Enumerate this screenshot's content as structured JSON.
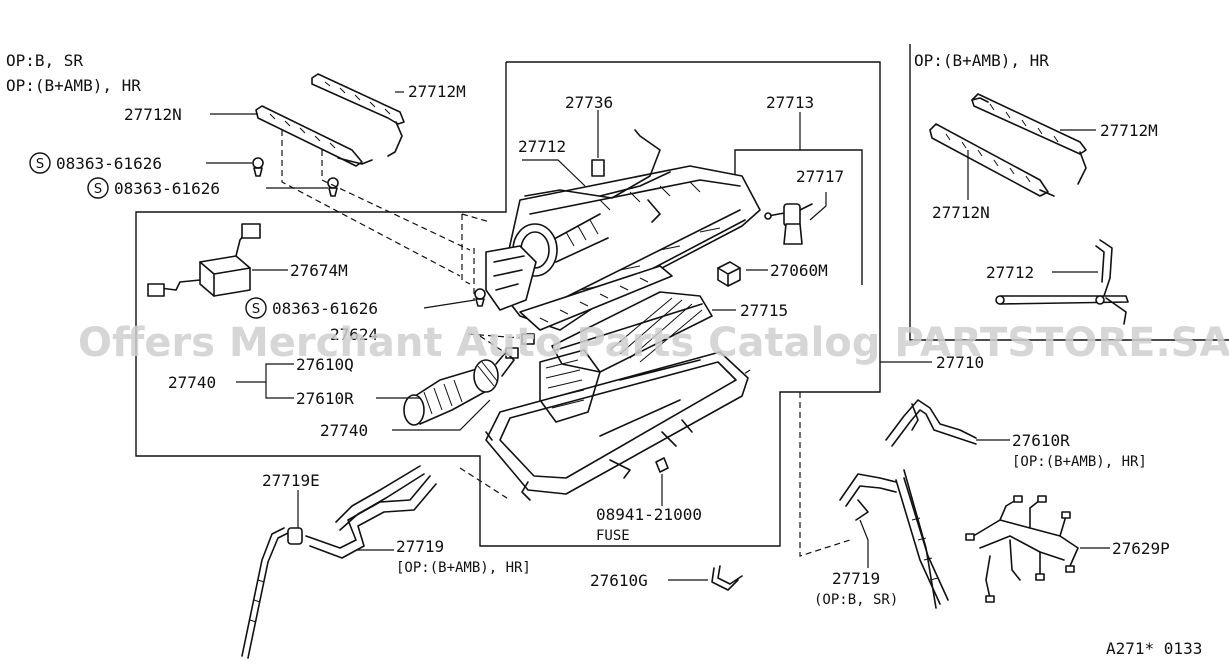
{
  "notes": {
    "top_left_1": "OP:B, SR",
    "top_left_2": "OP:(B+AMB), HR",
    "top_right": "OP:(B+AMB), HR"
  },
  "labels": {
    "p27712M_a": "27712M",
    "p27712N_a": "27712N",
    "s1": "08363-61626",
    "s2": "08363-61626",
    "s3": "08363-61626",
    "s_letter": "S",
    "p27736": "27736",
    "p27713": "27713",
    "p27712_a": "27712",
    "p27717": "27717",
    "p27674M": "27674M",
    "p27060M": "27060M",
    "p27715": "27715",
    "p27624": "27624",
    "p27610Q": "27610Q",
    "p27740_a": "27740",
    "p27610R_a": "27610R",
    "p27740_b": "27740",
    "p27710": "27710",
    "p27712M_b": "27712M",
    "p27712N_b": "27712N",
    "p27712_b": "27712",
    "p27610R_b": "27610R",
    "p27610R_b_note": "[OP:(B+AMB), HR]",
    "p27719E": "27719E",
    "p27719_a": "27719",
    "p27719_a_note": "[OP:(B+AMB), HR]",
    "p08941": "08941-21000",
    "fuse": "FUSE",
    "p27610G": "27610G",
    "p27719_b": "27719",
    "p27719_b_note": "(OP:B, SR)",
    "p27629P": "27629P",
    "ref_code": "A271* 0133"
  },
  "watermark": "Offers Merchant Auto Parts Catalog PARTSTORE.SA"
}
